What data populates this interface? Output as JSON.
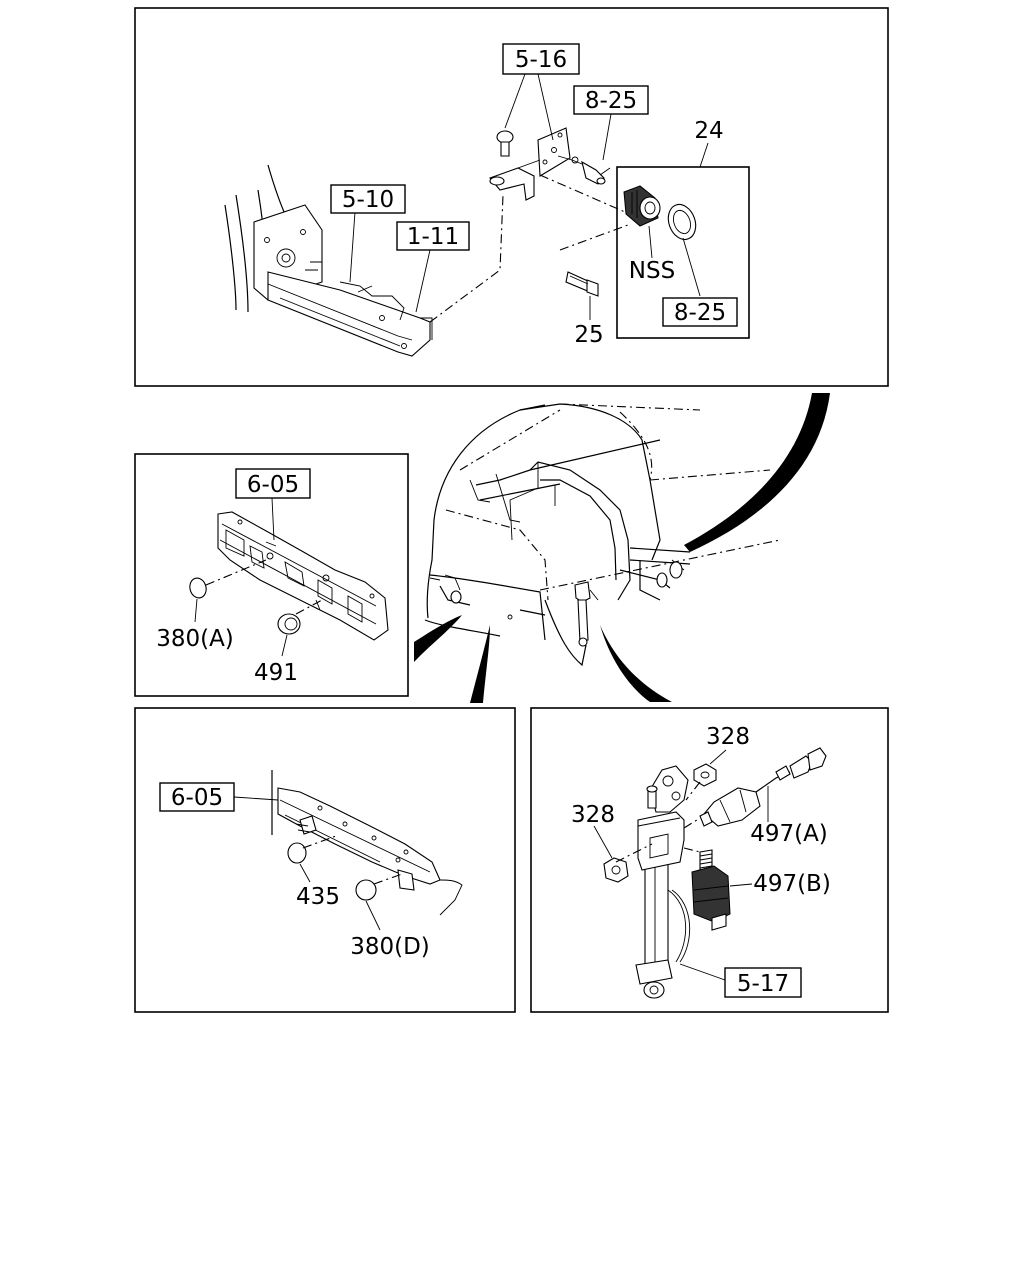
{
  "labels": {
    "top": {
      "ref_5_16": "5-16",
      "ref_8_25_a": "8-25",
      "num_24": "24",
      "ref_5_10": "5-10",
      "ref_1_11": "1-11",
      "nss": "NSS",
      "num_25": "25",
      "ref_8_25_b": "8-25"
    },
    "mid_left": {
      "ref_6_05": "6-05",
      "p380a": "380(A)",
      "p491": "491"
    },
    "bottom_left": {
      "ref_6_05": "6-05",
      "p435": "435",
      "p380d": "380(D)"
    },
    "bottom_right": {
      "p328_top": "328",
      "p328_left": "328",
      "p497a": "497(A)",
      "p497b": "497(B)",
      "ref_5_17": "5-17"
    }
  }
}
